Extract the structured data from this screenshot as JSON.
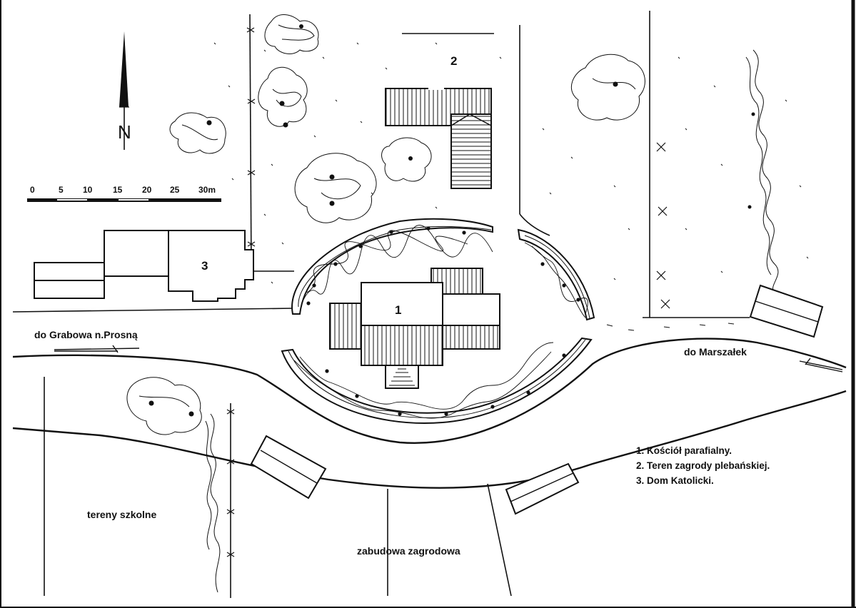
{
  "map": {
    "north_letter": "N",
    "scale_bar": {
      "ticks": [
        "0",
        "5",
        "10",
        "15",
        "20",
        "25",
        "30m"
      ]
    },
    "numbers": {
      "church": "1",
      "garden": "2",
      "house": "3"
    },
    "roads": {
      "west": "do Grabowa n.Prosną",
      "east": "do Marszałek"
    },
    "areas": {
      "school": "tereny szkolne",
      "farm": "zabudowa zagrodowa"
    },
    "legend": [
      "1. Kościół parafialny.",
      "2. Teren zagrody plebańskiej.",
      "3. Dom Katolicki."
    ],
    "colors": {
      "ink": "#111111",
      "paper": "#ffffff"
    }
  }
}
